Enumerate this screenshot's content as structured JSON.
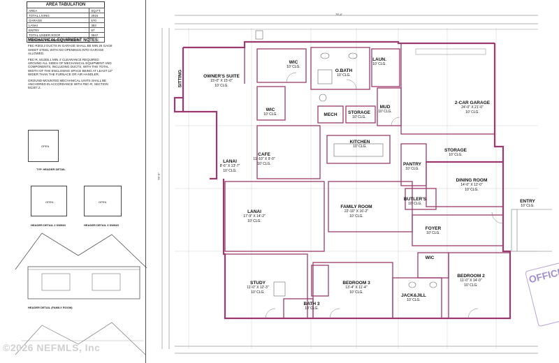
{
  "area_tabulation": {
    "title": "AREA TABULATION",
    "headers": [
      "AREA",
      "SQ.FT."
    ],
    "rows": [
      [
        "AREA",
        "SQ.FT."
      ],
      [
        "TOTAL LIVING",
        "2916"
      ],
      [
        "GARAGE",
        "570"
      ],
      [
        "LANAI",
        "384"
      ],
      [
        "ENTRY",
        "87"
      ],
      [
        "TOTAL UNDER ROOF",
        "3947"
      ],
      [
        "THERMAL VOLUME OF DWELLING",
        ""
      ]
    ]
  },
  "mechanical_notes": {
    "title": "MECHANICAL EQUIPMENT NOTES:",
    "lines": [
      "FBC-R303.2 DUCTS IN GARAGE SHALL BE MIN 26 GAGE",
      "SHEET STEEL WITH NO OPENINGS INTO GARAGE",
      "ALLOWED.",
      "",
      "FBC-R, M1305.1 MIN 4' CLEARANCE REQUIRED",
      "AROUND ALL SIDES OF MECHANICAL EQUIPMENT AND",
      "COMPONENTS, INCLUDING DUCTS, WITH THE TOTAL",
      "WIDTH OF THE ENCLOSING SPACE BEING AT LEAST 12\"",
      "WIDER THAN THE FURNACE OR AIR HANDLER.",
      "",
      "GROUND-MOUNTED MECHANICAL UNITS SHALL BE",
      "ANCHORED IN ACCORDANCE WITH FBC-R, SECTION",
      "M1307.2."
    ]
  },
  "details": {
    "typ_header": "TYP. HEADER DETAIL",
    "header_2_swing": "HEADER DETAIL 2 SWING",
    "header_3_swing": "HEADER DETAIL 3 SWING",
    "header_family_room": "HEADER DETAIL (FAMILY ROOM)",
    "opening": "OPEN"
  },
  "rooms": [
    {
      "name": "OWNER'S SUITE",
      "size": "15'-0\" X 15'-0\"",
      "clg": "10' CLG."
    },
    {
      "name": "WIC",
      "size": "",
      "clg": "10' CLG."
    },
    {
      "name": "O.BATH",
      "size": "",
      "clg": "10' CLG."
    },
    {
      "name": "LAUN.",
      "size": "",
      "clg": "10' CLG."
    },
    {
      "name": "WIC",
      "size": "",
      "clg": "10' CLG."
    },
    {
      "name": "MECH",
      "size": "",
      "clg": ""
    },
    {
      "name": "STORAGE",
      "size": "",
      "clg": "10' CLG."
    },
    {
      "name": "MUD",
      "size": "",
      "clg": "10' CLG."
    },
    {
      "name": "2-CAR GARAGE",
      "size": "24'-0\" X 21'-0\"",
      "clg": "10' CLG."
    },
    {
      "name": "KITCHEN",
      "size": "",
      "clg": "10' CLG."
    },
    {
      "name": "CAFE",
      "size": "11'-10\" X 9'-0\"",
      "clg": "10' CLG."
    },
    {
      "name": "LANAI",
      "size": "8'-6\" X 13'-7\"",
      "clg": "10' CLG."
    },
    {
      "name": "PANTRY",
      "size": "",
      "clg": "10' CLG."
    },
    {
      "name": "STORAGE",
      "size": "",
      "clg": "10' CLG."
    },
    {
      "name": "DINING ROOM",
      "size": "14'-0\" X 12'-0\"",
      "clg": "10' CLG."
    },
    {
      "name": "FAMILY ROOM",
      "size": "22'-10\" X 16'-2\"",
      "clg": "10' CLG."
    },
    {
      "name": "LANAI",
      "size": "17'-9\" X 14'-2\"",
      "clg": "10' CLG."
    },
    {
      "name": "BUTLER'S",
      "size": "",
      "clg": "10' CLG."
    },
    {
      "name": "ENTRY",
      "size": "",
      "clg": "10' CLG."
    },
    {
      "name": "FOYER",
      "size": "",
      "clg": "10' CLG."
    },
    {
      "name": "STUDY",
      "size": "11'-0\" X 12'-3\"",
      "clg": "10' CLG."
    },
    {
      "name": "BEDROOM 3",
      "size": "13'-4\" X 11'-4\"",
      "clg": "10' CLG."
    },
    {
      "name": "BATH 3",
      "size": "",
      "clg": "10' CLG."
    },
    {
      "name": "JACK&JILL",
      "size": "",
      "clg": "10' CLG."
    },
    {
      "name": "WIC",
      "size": "",
      "clg": ""
    },
    {
      "name": "BEDROOM 2",
      "size": "11'-0\" X 14'-0\"",
      "clg": "10' CLG."
    },
    {
      "name": "SITTING",
      "size": "",
      "clg": ""
    }
  ],
  "dimensions": {
    "top_overall": "79'-4\"",
    "left_overall": "59'-0\""
  },
  "watermark": "©2026 NEFMLS, Inc",
  "stamp": "OFFICE"
}
